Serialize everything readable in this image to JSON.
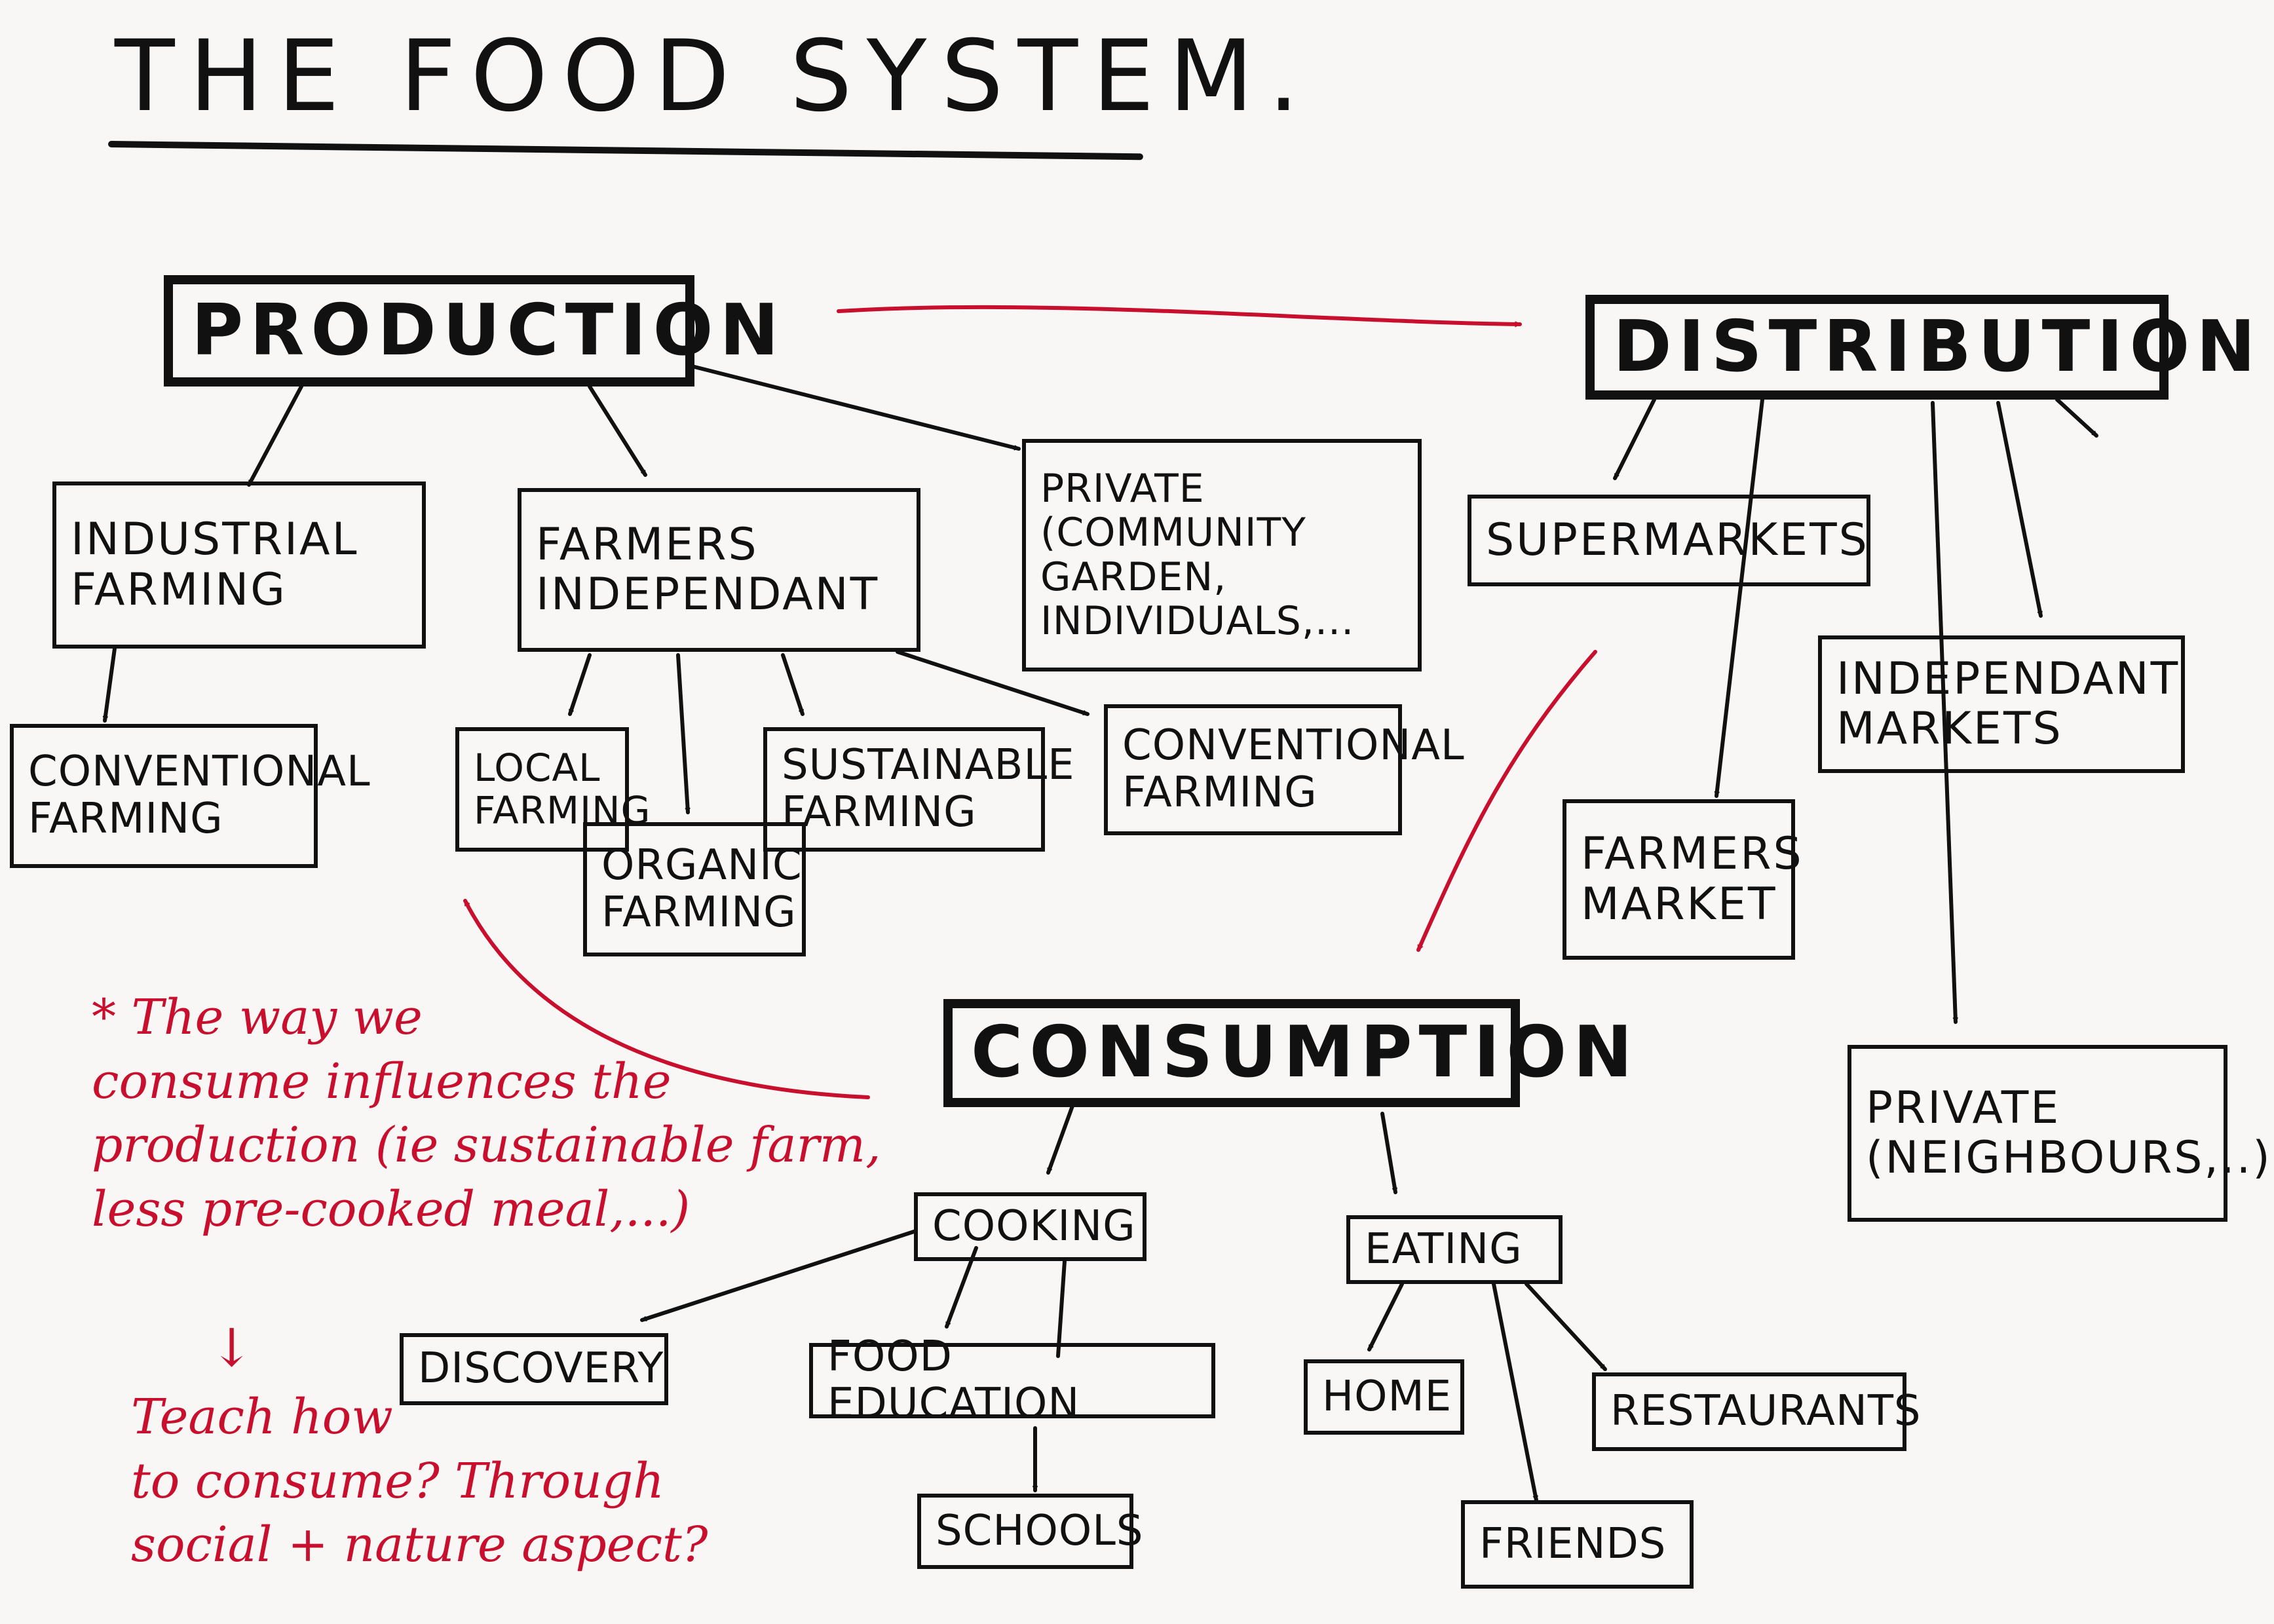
{
  "title": "THE FOOD SYSTEM.",
  "colors": {
    "ink": "#111111",
    "accent": "#c8102e",
    "paper": "#f8f7f5"
  },
  "nodes": {
    "production": "PRODUCTION",
    "distribution": "DISTRIBUTION",
    "consumption": "CONSUMPTION",
    "industrial_farming": "INDUSTRIAL\nFARMING",
    "farmers_independant": "FARMERS\nINDEPENDANT",
    "private_production": "PRIVATE\n(COMMUNITY GARDEN,\nINDIVIDUALS,...",
    "conventional_farming_1": "CONVENTIONAL\nFARMING",
    "local_farming": "LOCAL\nFARMING",
    "organic_farming": "ORGANIC\nFARMING",
    "sustainable_farming": "SUSTAINABLE\nFARMING",
    "conventional_farming_2": "CONVENTIONAL\nFARMING",
    "supermarkets": "SUPERMARKETS",
    "farmers_market": "FARMERS\nMARKET",
    "independant_markets": "INDEPENDANT\nMARKETS",
    "private_distribution": "PRIVATE\n(NEIGHBOURS,..)",
    "cooking": "COOKING",
    "eating": "EATING",
    "discovery": "DISCOVERY",
    "food_education": "FOOD EDUCATION",
    "schools": "SCHOOLS",
    "home": "HOME",
    "restaurants": "RESTAURANTS",
    "friends": "FRIENDS"
  },
  "notes": {
    "influence": "* The way we\nconsume influences the\nproduction (ie sustainable farm,\nless pre-cooked meal,...)",
    "down_arrow": "↓",
    "teach": "Teach how\nto consume? Through\nsocial + nature aspect?"
  }
}
